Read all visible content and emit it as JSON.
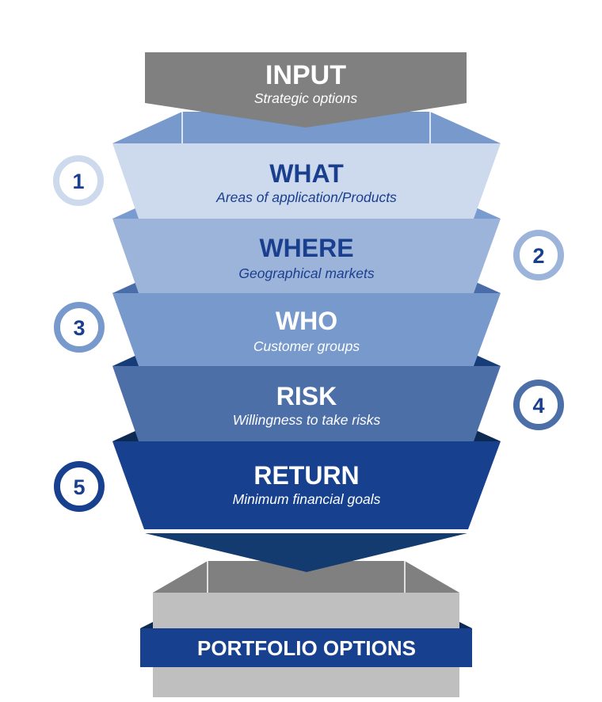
{
  "input": {
    "title": "INPUT",
    "subtitle": "Strategic options"
  },
  "layers": [
    {
      "number": "1",
      "title": "WHAT",
      "subtitle": "Areas of application/Products"
    },
    {
      "number": "2",
      "title": "WHERE",
      "subtitle": "Geographical markets"
    },
    {
      "number": "3",
      "title": "WHO",
      "subtitle": "Customer groups"
    },
    {
      "number": "4",
      "title": "RISK",
      "subtitle": "Willingness to take risks"
    },
    {
      "number": "5",
      "title": "RETURN",
      "subtitle": "Minimum financial goals"
    }
  ],
  "output": {
    "label": "PORTFOLIO OPTIONS"
  },
  "colors": {
    "input_gray": "#808080",
    "box_gray": "#bfbfbf",
    "layer_what": "#cdd9ec",
    "layer_where": "#9db4da",
    "layer_who": "#7799cc",
    "layer_risk": "#4d6fa8",
    "layer_return": "#17408f",
    "flap_what": "#7799cc",
    "flap_where": "#7a9bcf",
    "flap_who": "#4a6ca8",
    "flap_risk": "#173d78",
    "flap_return": "#0f2a52",
    "output_arrow": "#133b6f",
    "text_dark": "#1a3f8f"
  }
}
